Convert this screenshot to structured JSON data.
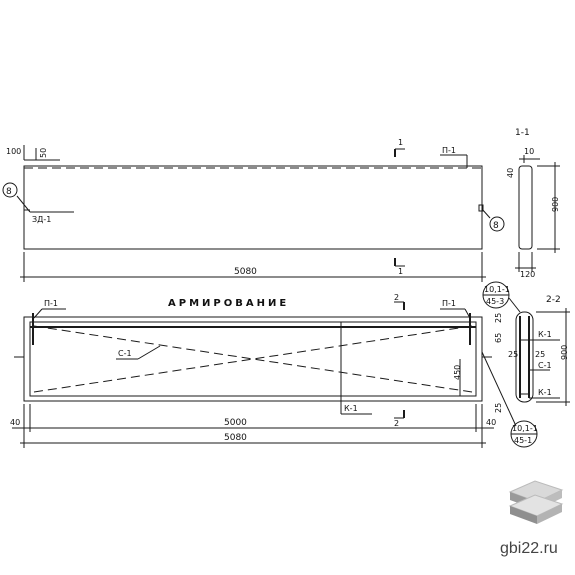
{
  "drawing": {
    "elevation": {
      "dim_100": "100",
      "dim_50": "50",
      "marker_left": "8",
      "marker_right": "8",
      "embed_label": "ЗД-1",
      "section_mark_top": "1",
      "section_mark_bottom": "1",
      "loop_label": "П-1",
      "length_dim": "5080"
    },
    "section_1_1": {
      "title": "1-1",
      "dim_10": "10",
      "dim_40": "40",
      "height_dim": "900",
      "width_dim": "120"
    },
    "reinforcement": {
      "title": "АРМИРОВАНИЕ",
      "section_mark_top": "2",
      "section_mark_bottom": "2",
      "loop_left": "П-1",
      "loop_right": "П-1",
      "mesh_label": "С-1",
      "frame_label": "К-1",
      "dim_450": "450",
      "dim_40_left": "40",
      "dim_40_right": "40",
      "dim_5000": "5000",
      "dim_5080": "5080"
    },
    "section_2_2": {
      "title": "2-2",
      "callout_top_a": "10,1-1",
      "callout_top_b": "45-3",
      "callout_bottom_a": "10,1-1",
      "callout_bottom_b": "45-1",
      "dim_25_a": "25",
      "dim_25_b": "25",
      "dim_25_c": "25",
      "dim_25_d": "25",
      "dim_65": "65",
      "height_dim": "900",
      "frame_top": "К-1",
      "frame_bottom": "К-1",
      "mesh": "С-1"
    }
  },
  "watermark": {
    "text": "gbi22.ru"
  }
}
